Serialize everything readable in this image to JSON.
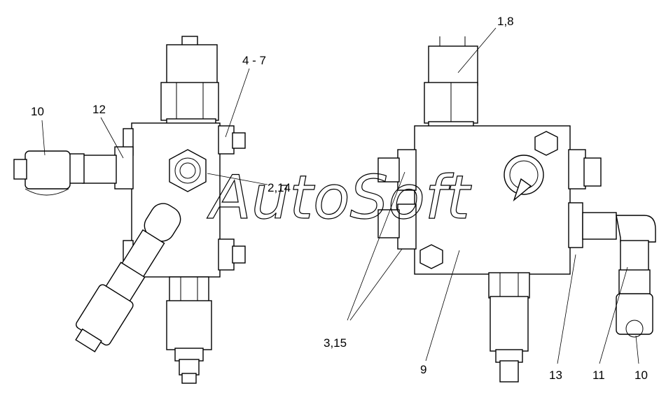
{
  "watermark": "AutoSoft",
  "callouts": {
    "left_10": "10",
    "left_12": "12",
    "left_4_7": "4 - 7",
    "left_2_14": "2,14",
    "right_1_8": "1,8",
    "right_3_15": "3,15",
    "right_9": "9",
    "right_13": "13",
    "right_11": "11",
    "right_10": "10"
  }
}
